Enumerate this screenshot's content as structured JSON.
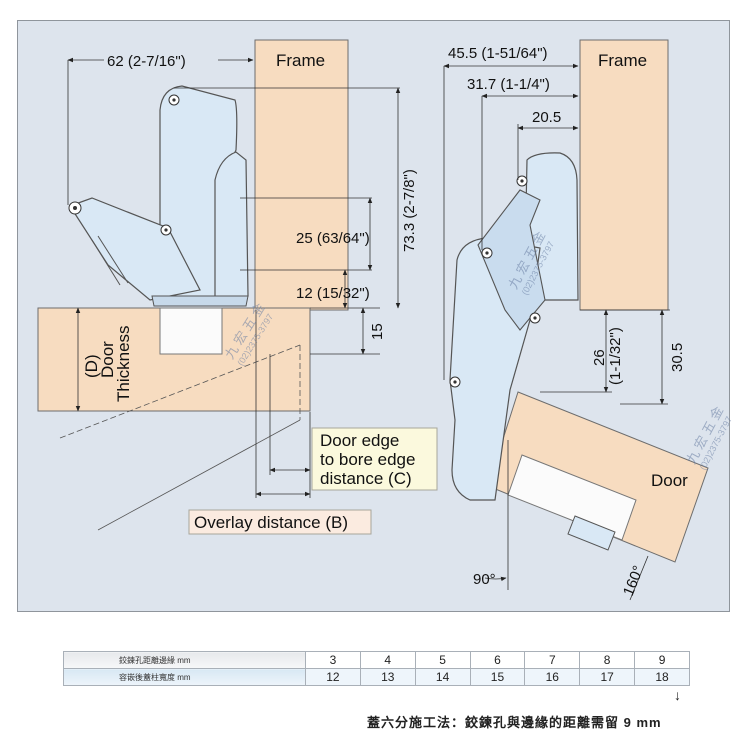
{
  "left": {
    "frame_label": "Frame",
    "dim_62": "62 (2-7/16\")",
    "dim_733": "73.3 (2-7/8\")",
    "dim_25": "25 (63/64\")",
    "dim_12": "12 (15/32\")",
    "dim_15": "15",
    "door_thickness": [
      "(D)",
      "Door",
      "Thickness"
    ],
    "callout_c": [
      "Door edge",
      "to bore edge",
      "distance (C)"
    ],
    "callout_b": "Overlay distance (B)"
  },
  "right": {
    "frame_label": "Frame",
    "dim_455": "45.5 (1-51/64\")",
    "dim_317": "31.7 (1-1/4\")",
    "dim_205": "20.5",
    "dim_26": [
      "26",
      "(1-1/32\")"
    ],
    "dim_305": "30.5",
    "door_label": "Door",
    "angle_90": "90°",
    "angle_160": "160°"
  },
  "watermark": {
    "brand": "九 宏 五 金",
    "phone": "(02)2375-3797"
  },
  "table": {
    "row1_label": "鉸鍊孔距離邊緣 mm",
    "row1_values": [
      "3",
      "4",
      "5",
      "6",
      "7",
      "8",
      "9"
    ],
    "row2_label": "容嵌後蓋柱寬度 mm",
    "row2_values": [
      "12",
      "13",
      "14",
      "15",
      "16",
      "17",
      "18"
    ],
    "arrow": "↓",
    "note": "蓋六分施工法：鉸鍊孔與邊緣的距離需留 9 mm"
  },
  "colors": {
    "background": "#dde4ed",
    "wood": "#f7dcc0",
    "hinge": "#d9e8f5",
    "callout": "#fbf9dd"
  }
}
